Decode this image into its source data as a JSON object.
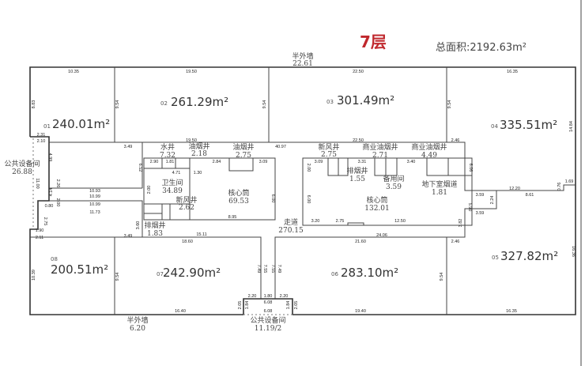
{
  "title": "7层",
  "total_area": "总面积:2192.63m²",
  "colors": {
    "title": "#c0282d",
    "wall": "#333333"
  },
  "units": [
    {
      "no": "01",
      "area": "240.01m²"
    },
    {
      "no": "02",
      "area": "261.29m²"
    },
    {
      "no": "03",
      "area": "301.49m²"
    },
    {
      "no": "04",
      "area": "335.51m²"
    },
    {
      "no": "05",
      "area": "327.82m²"
    },
    {
      "no": "06",
      "area": "283.10m²"
    },
    {
      "no": "07",
      "area": "242.90m²"
    },
    {
      "no": "08",
      "area": "200.51m²"
    }
  ],
  "rooms": [
    {
      "name": "半外墙",
      "value": "22.61"
    },
    {
      "name": "公共设备间",
      "value": "26.88"
    },
    {
      "name": "水井",
      "value": "7.32"
    },
    {
      "name": "油烟井",
      "value": "2.18"
    },
    {
      "name": "油烟井",
      "value": "2.75"
    },
    {
      "name": "卫生间",
      "value": "34.89"
    },
    {
      "name": "新风井",
      "value": "2.62"
    },
    {
      "name": "核心筒",
      "value": "69.53"
    },
    {
      "name": "排烟井",
      "value": "1.83"
    },
    {
      "name": "走道",
      "value": "270.15"
    },
    {
      "name": "新风井",
      "value": "2.75"
    },
    {
      "name": "商业油烟井",
      "value": "2.71"
    },
    {
      "name": "商业油烟井",
      "value": "4.49"
    },
    {
      "name": "排烟井",
      "value": "1.55"
    },
    {
      "name": "备用间",
      "value": "3.59"
    },
    {
      "name": "地下室烟道",
      "value": "1.81"
    },
    {
      "name": "核心筒",
      "value": "132.01"
    },
    {
      "name": "半外墙",
      "value": "6.20"
    },
    {
      "name": "公共设备间",
      "value": "11.19/2"
    }
  ],
  "dimensions": [
    "10.35",
    "19.50",
    "22.50",
    "16.35",
    "8.83",
    "9.54",
    "9.54",
    "9.54",
    "14.84",
    "2.31",
    "2.10",
    "19.50",
    "3.49",
    "40.97",
    "22.50",
    "2.46",
    "6.52",
    "10.93",
    "10.99",
    "10.99",
    "11.73",
    "4.99",
    "11.00",
    "2.26",
    "4.14",
    "2.00",
    "0.80",
    "2.75",
    "1.90",
    "2.11",
    "3.60",
    "3.49",
    "15.11",
    "18.60",
    "21.60",
    "2.46",
    "10.39",
    "9.54",
    "9.54",
    "7.49",
    "7.55",
    "7.55",
    "7.49",
    "2.20",
    "1.80",
    "2.20",
    "6.08",
    "6.08",
    "2.05",
    "1.84",
    "1.84",
    "2.05",
    "16.40",
    "19.40",
    "16.35",
    "16.36",
    "24.06",
    "3.20",
    "2.75",
    "12.50",
    "6.06",
    "3.59",
    "2.24",
    "3.59",
    "12.20",
    "8.61",
    "0.76",
    "1.69",
    "3.82",
    "8.95",
    "6.00",
    "2.90",
    "1.81",
    "4.71",
    "1.30",
    "2.84",
    "3.09",
    "2.00",
    "3.09",
    "3.31",
    "3.40",
    "5.90",
    "6.00",
    "2.00"
  ]
}
